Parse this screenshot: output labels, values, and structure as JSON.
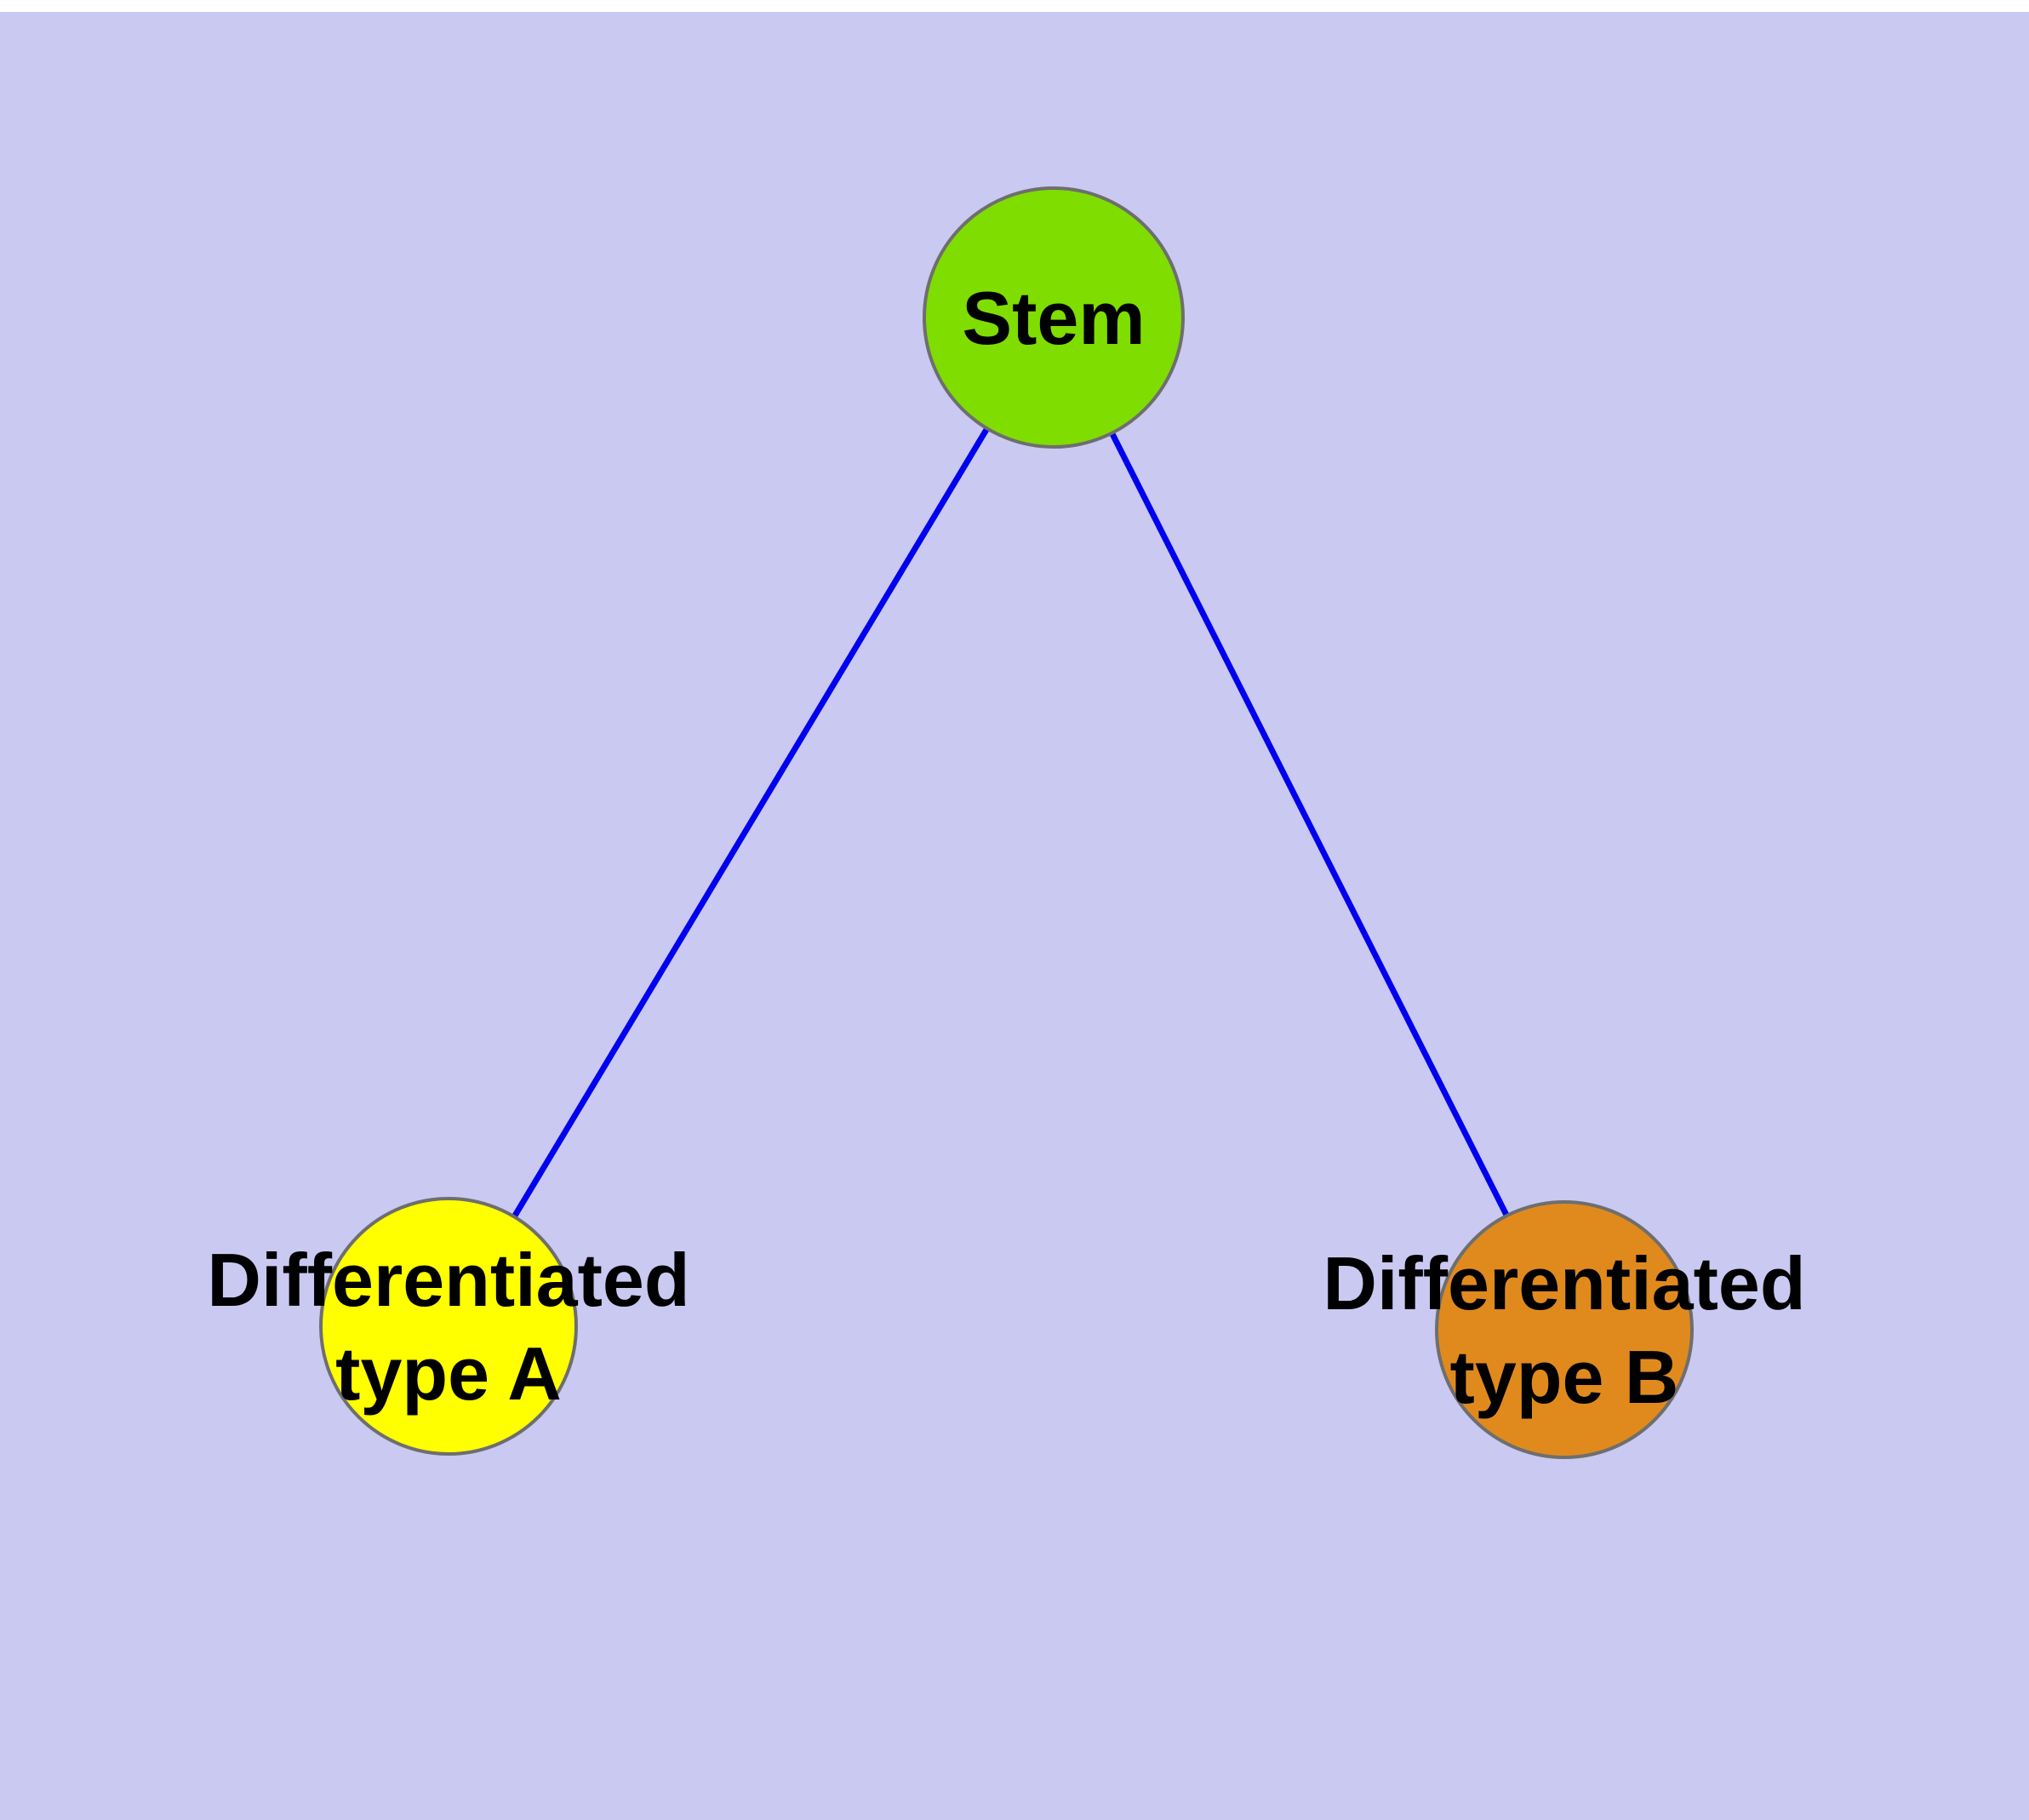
{
  "diagram": {
    "background_color": "#c9c9f2",
    "page_color": "#ffffff",
    "edge_color": "#0000ee",
    "node_border_color": "#6e6e6e",
    "nodes": {
      "stem": {
        "label": "Stem",
        "fill": "#7fdd00"
      },
      "type_a": {
        "label_line1": "Differentiated",
        "label_line2": "type A",
        "fill": "#ffff00"
      },
      "type_b": {
        "label_line1": "Differentiated",
        "label_line2": "type B",
        "fill": "#e08a1e"
      }
    },
    "edges": [
      {
        "from": "Stem",
        "to": "Differentiated type A"
      },
      {
        "from": "Stem",
        "to": "Differentiated type B"
      }
    ]
  }
}
